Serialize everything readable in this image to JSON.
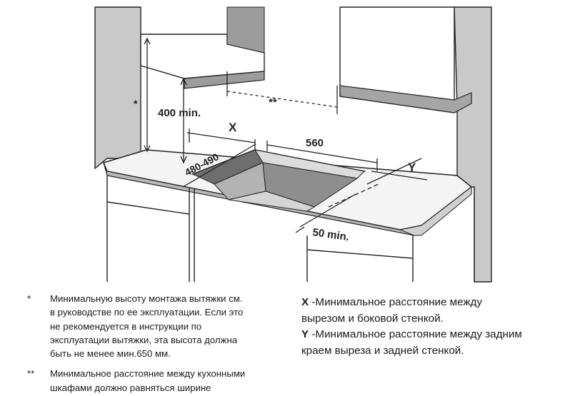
{
  "diagram": {
    "labels": {
      "star": "*",
      "double_star": "**",
      "height_min": "400 min.",
      "x": "X",
      "y": "Y",
      "width": "560",
      "depth": "480-490",
      "edge_min": "50 min."
    }
  },
  "notes": {
    "left": [
      {
        "mark": "*",
        "lines": [
          "Минимальную высоту монтажа вытяжки см.",
          "в руководстве по ее эксплуатации. Если это",
          "не рекомендуется в инструкции по",
          "эксплуатации вытяжки, эта высота должна",
          "быть не менее мин.650 мм."
        ]
      },
      {
        "mark": "**",
        "lines": [
          "Минимальное расстояние между кухонными",
          "шкафами должно равняться ширине"
        ]
      }
    ],
    "right": [
      {
        "key": "X",
        "lines": [
          " -Минимальное расстояние между",
          "вырезом и боковой стенкой."
        ]
      },
      {
        "key": "Y",
        "lines": [
          " -Минимальное расстояние между задним",
          "краем выреза и задней стенкой."
        ]
      }
    ]
  }
}
